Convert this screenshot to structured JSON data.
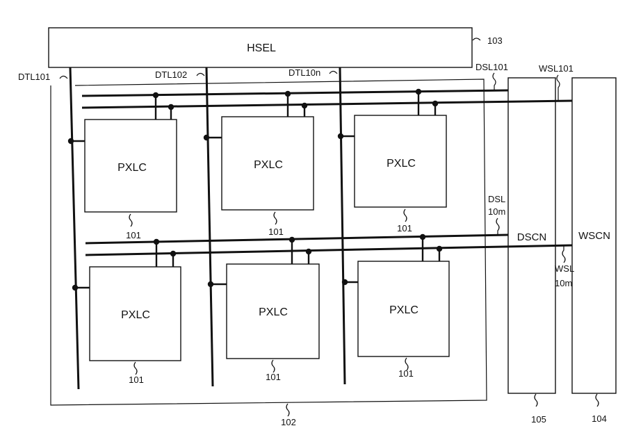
{
  "blocks": {
    "hsel": "HSEL",
    "dscn": "DSCN",
    "wscn": "WSCN",
    "pixel_cell": "PXLC"
  },
  "pixel_cells": [
    {
      "label": "PXLC",
      "ref": "101"
    },
    {
      "label": "PXLC",
      "ref": "101"
    },
    {
      "label": "PXLC",
      "ref": "101"
    },
    {
      "label": "PXLC",
      "ref": "101"
    },
    {
      "label": "PXLC",
      "ref": "101"
    },
    {
      "label": "PXLC",
      "ref": "101"
    }
  ],
  "refs": {
    "hsel": "103",
    "array": "102",
    "dscn": "105",
    "wscn": "104"
  },
  "signals": {
    "dtl1": "DTL101",
    "dtl2": "DTL102",
    "dtln": "DTL10n",
    "dsl1": "DSL101",
    "wsl1": "WSL101",
    "dslm_line1": "DSL",
    "dslm_line2": "10m",
    "wslm_line1": "WSL",
    "wslm_line2": "10m"
  }
}
